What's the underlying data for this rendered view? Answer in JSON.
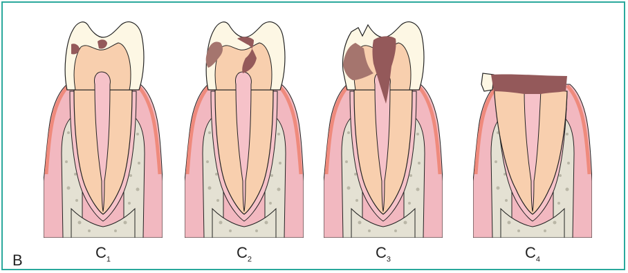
{
  "figure": {
    "letter": "B",
    "border_color": "#2aa89c"
  },
  "stages": [
    {
      "letter": "C",
      "sub": "1",
      "decay": "enamel"
    },
    {
      "letter": "C",
      "sub": "2",
      "decay": "dentin"
    },
    {
      "letter": "C",
      "sub": "3",
      "decay": "pulp"
    },
    {
      "letter": "C",
      "sub": "4",
      "decay": "root"
    }
  ],
  "colors": {
    "gum": "#f2b8c0",
    "gum_edge": "#ef8a7c",
    "bone": "#e4e1d3",
    "bone_spot": "#b9b6a6",
    "enamel": "#fdf7e4",
    "dentin": "#f8cfae",
    "pulp": "#f6c2c9",
    "caries": "#a5756e",
    "caries_dark": "#94595a",
    "outline": "#222222"
  }
}
